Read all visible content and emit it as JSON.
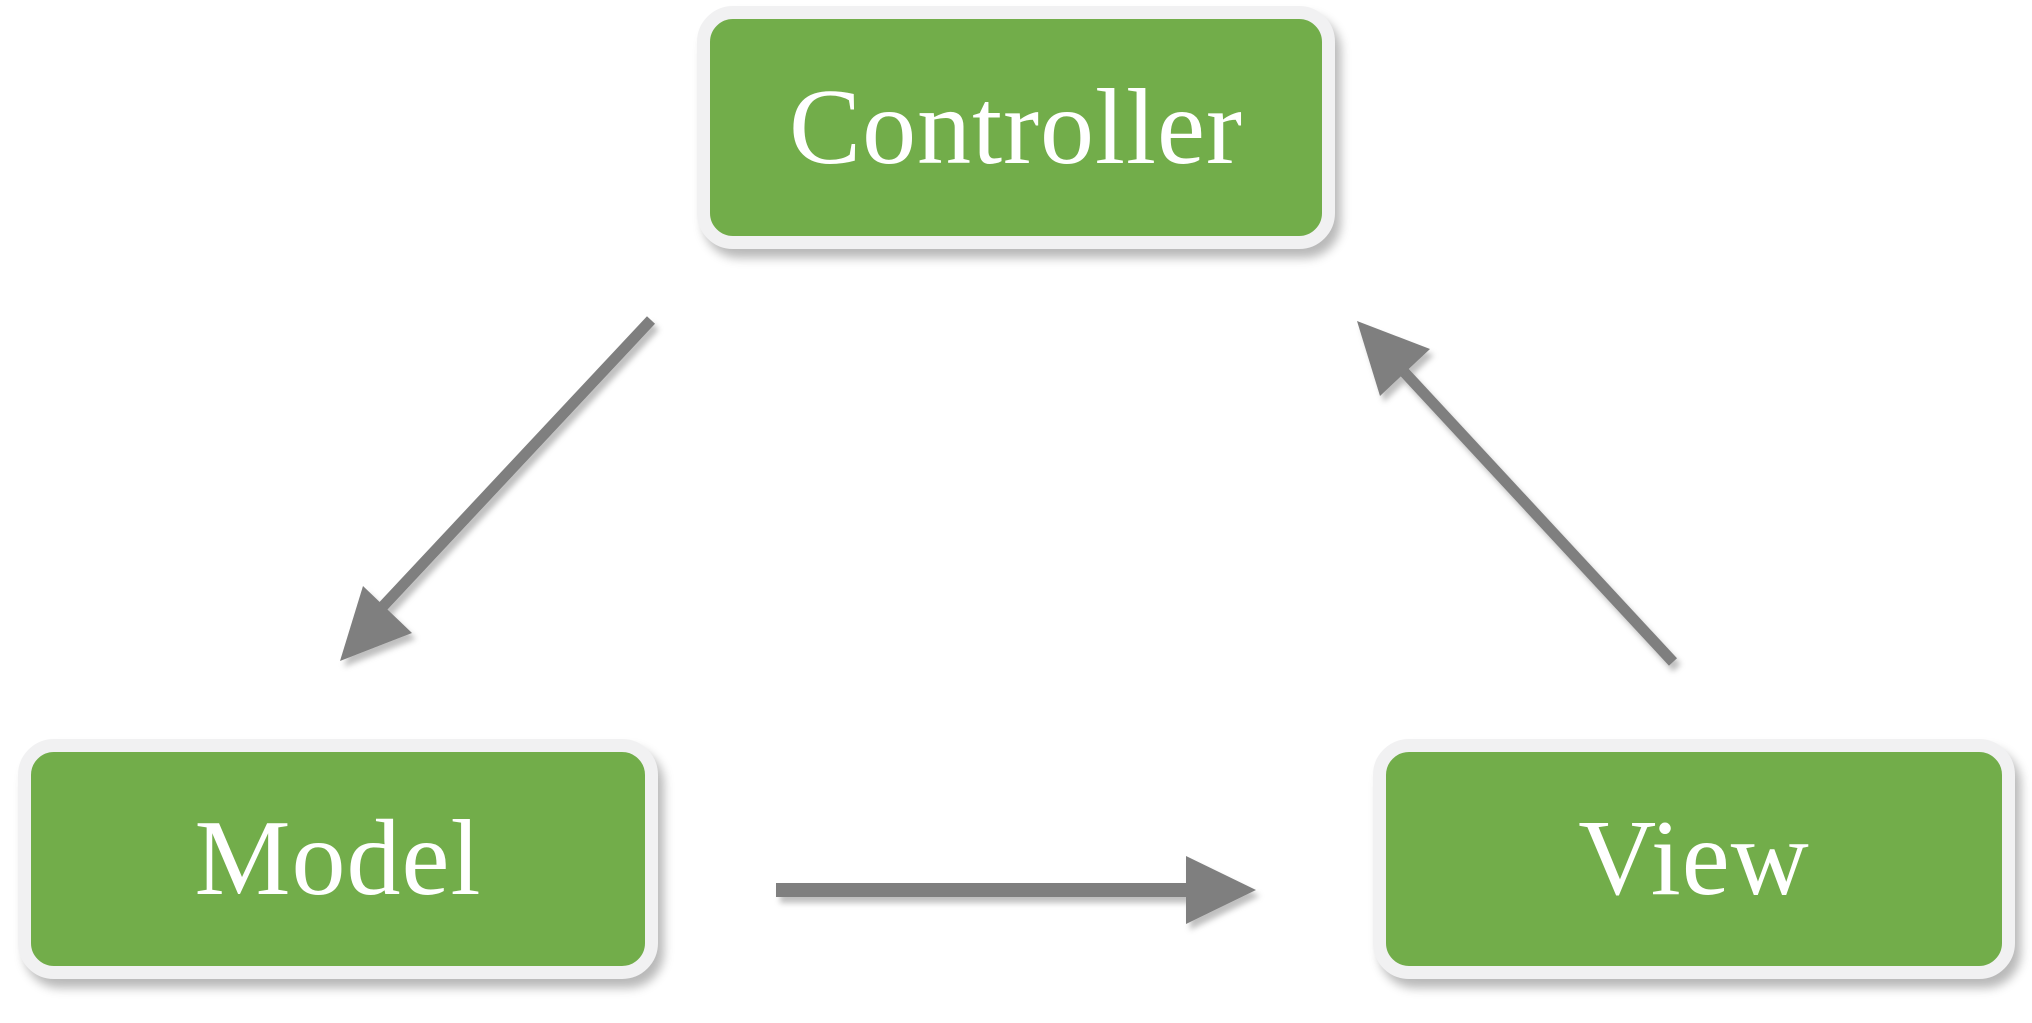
{
  "nodes": {
    "controller": {
      "label": "Controller"
    },
    "model": {
      "label": "Model"
    },
    "view": {
      "label": "View"
    }
  },
  "edges": [
    {
      "from": "controller",
      "to": "model"
    },
    {
      "from": "model",
      "to": "view"
    },
    {
      "from": "view",
      "to": "controller"
    }
  ],
  "colors": {
    "node_fill": "#72ad4a",
    "node_border": "#f1f1f2",
    "node_text": "#ffffff",
    "arrow": "#7f7f7f"
  }
}
